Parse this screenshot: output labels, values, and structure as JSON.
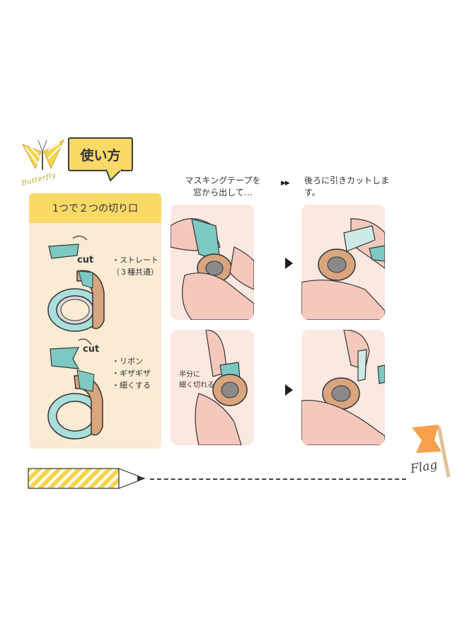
{
  "brand": {
    "logo_text": "Butterfly"
  },
  "title": "使い方",
  "left_panel": {
    "header": "1つで２つの切り口",
    "cut_label": "cut",
    "option_a": [
      "・ストレート",
      "（３種共通）"
    ],
    "option_b": [
      "・リボン",
      "・ギザギザ",
      "・細くする"
    ]
  },
  "steps": {
    "step1_line1": "マスキングテープを",
    "step1_line2": "窓から出して…",
    "double_arrow": "▶▶",
    "step2": "後ろに引きカットします。",
    "half_label_line1": "半分に",
    "half_label_line2": "細く切れる"
  },
  "footer": {
    "flag_text": "Flag"
  },
  "colors": {
    "yellow": "#fbd967",
    "panel": "#fbebd4",
    "photo_bg": "#fbe8e1",
    "tape_teal": "#7cc9c3",
    "holder_tan": "#d9a57e",
    "flag_orange": "#f8a04a"
  },
  "icons": [
    "butterfly-logo-icon",
    "speech-tail-icon",
    "tape-roll-icon",
    "play-arrow-icon",
    "pencil-icon",
    "flag-icon"
  ]
}
